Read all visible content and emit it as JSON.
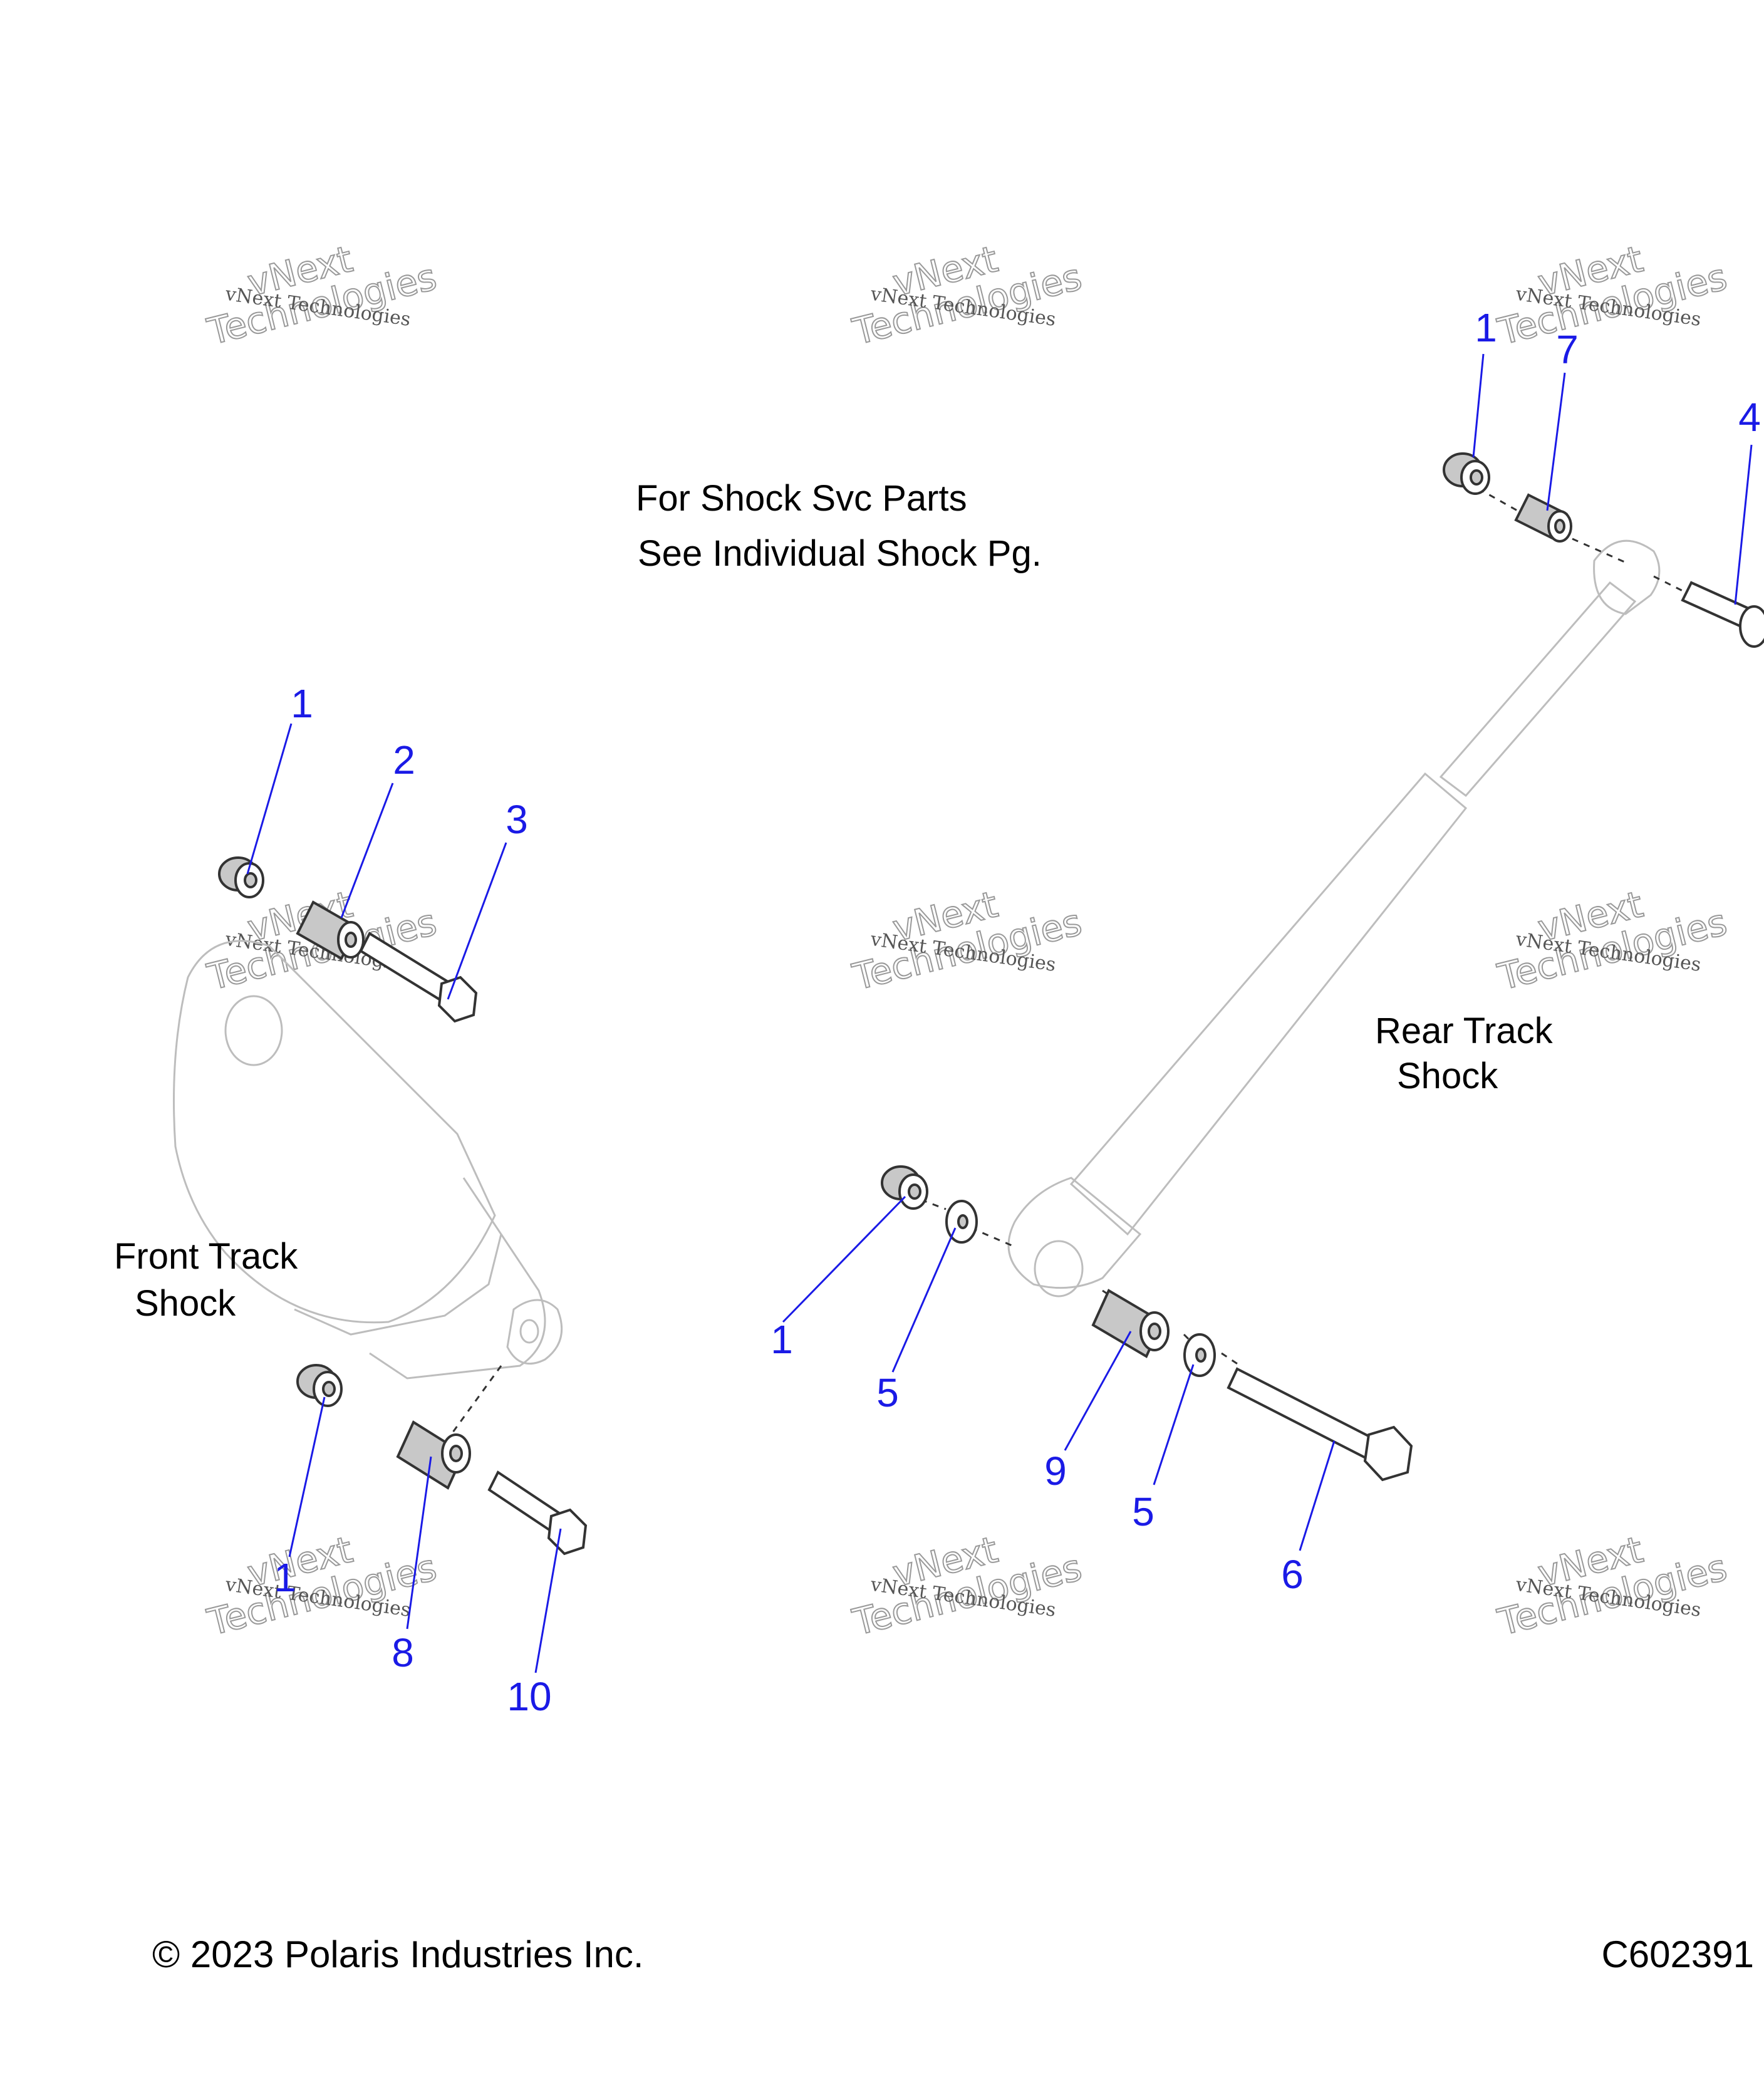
{
  "notes": {
    "svc_line1": "For Shock Svc Parts",
    "svc_line2": "See Individual Shock Pg.",
    "rear_line1": "Rear Track",
    "rear_line2": "Shock",
    "front_line1": "Front Track",
    "front_line2": "Shock"
  },
  "callouts": [
    {
      "id": "c1a",
      "label": "1"
    },
    {
      "id": "c7",
      "label": "7"
    },
    {
      "id": "c4",
      "label": "4"
    },
    {
      "id": "c1b",
      "label": "1"
    },
    {
      "id": "c2",
      "label": "2"
    },
    {
      "id": "c3",
      "label": "3"
    },
    {
      "id": "c1c",
      "label": "1"
    },
    {
      "id": "c5a",
      "label": "5"
    },
    {
      "id": "c9",
      "label": "9"
    },
    {
      "id": "c5b",
      "label": "5"
    },
    {
      "id": "c6",
      "label": "6"
    },
    {
      "id": "c1d",
      "label": "1"
    },
    {
      "id": "c8",
      "label": "8"
    },
    {
      "id": "c10",
      "label": "10"
    }
  ],
  "watermark": {
    "line1": "vNext Technologies",
    "line2": "vNext",
    "line3": "Technologies"
  },
  "footer": {
    "copyright": "© 2023 Polaris Industries Inc.",
    "code": "C602391"
  },
  "colors": {
    "callout": "#1a1ae6",
    "outline": "#333333",
    "fill_grey": "#c8c8c8"
  }
}
